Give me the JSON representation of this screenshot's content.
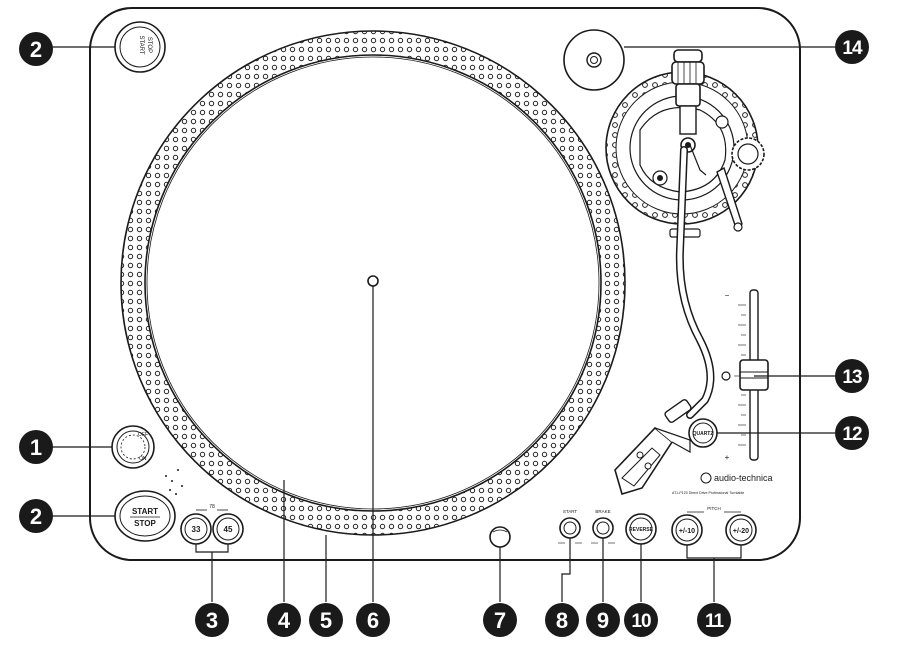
{
  "colors": {
    "ink": "#1a1a1a",
    "callout_fill": "#1a1a1a",
    "callout_text": "#ffffff",
    "paper": "#ffffff"
  },
  "buttons": {
    "start_stop_top": {
      "line1": "START",
      "line2": "STOP"
    },
    "start_stop_bottom": {
      "line1": "START",
      "line2": "STOP"
    },
    "speed_33": "33",
    "speed_45": "45",
    "speed_group_label": "78",
    "reverse": "REVERSE",
    "quartz": "QUARTZ",
    "pitch_10": "+/-10",
    "pitch_20": "+/-20",
    "pitch_group_label": "PITCH"
  },
  "knobs": {
    "start_label": "START",
    "brake_label": "BRAKE",
    "power_off": "OFF",
    "power_on": "ON"
  },
  "pitch_slider": {
    "minus": "−",
    "plus": "+"
  },
  "branding": {
    "brand": "audio-technica",
    "model_text": "AT-LP120 Direct Drive Professional Turntable"
  },
  "callouts": [
    "1",
    "2",
    "2",
    "3",
    "4",
    "5",
    "6",
    "7",
    "8",
    "9",
    "10",
    "11",
    "12",
    "13",
    "14"
  ]
}
